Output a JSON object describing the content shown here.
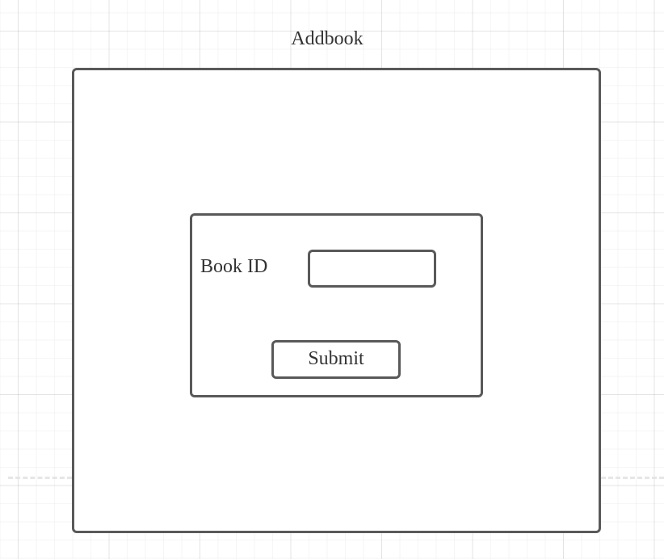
{
  "page": {
    "title": "Addbook"
  },
  "form": {
    "book_id_label": "Book ID",
    "book_id_value": "",
    "submit_label": "Submit"
  },
  "colors": {
    "border": "#595959",
    "text": "#333333",
    "background": "#ffffff",
    "grid": "#e0e0e0"
  }
}
